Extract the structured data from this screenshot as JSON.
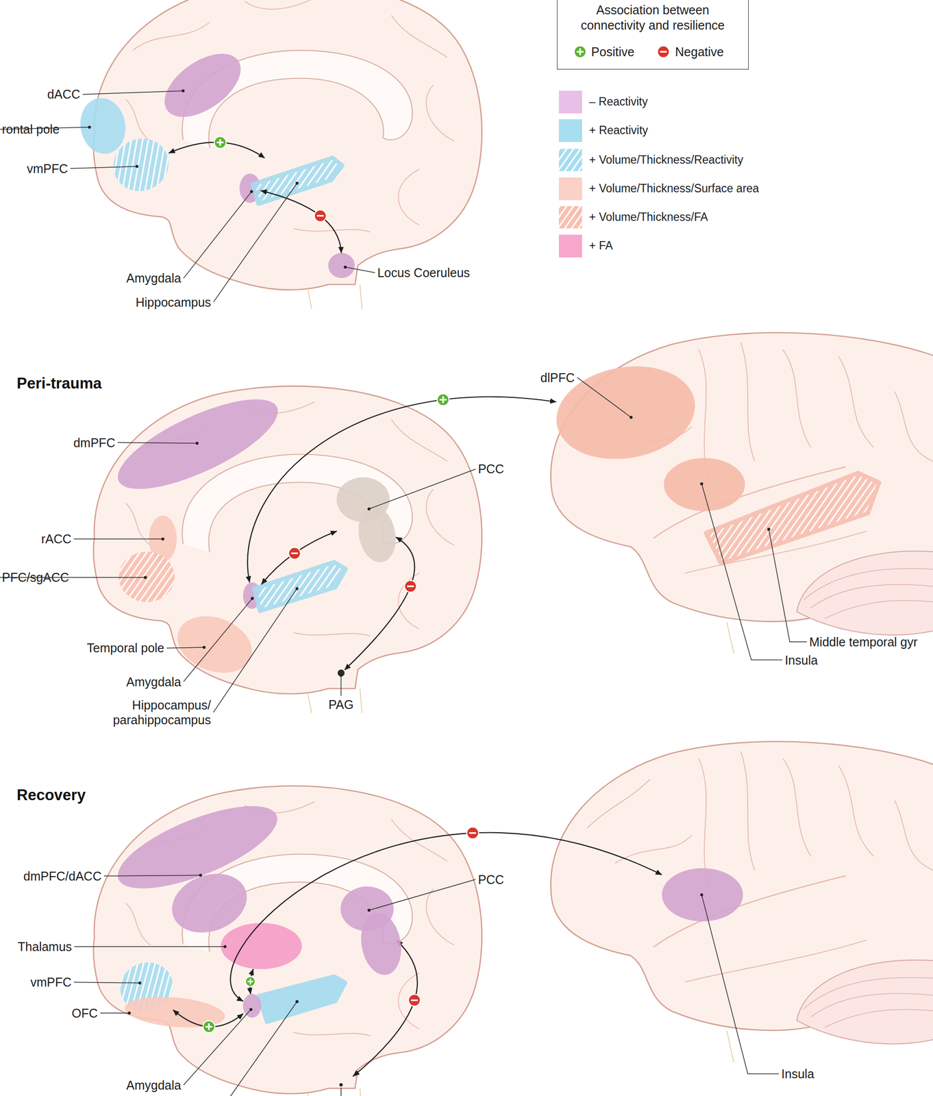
{
  "diagram": {
    "nodes": [
      {
        "text": [
          "dACC"
        ]
      },
      {
        "text": [
          "rontal pole"
        ]
      },
      {
        "text": [
          "vmPFC"
        ]
      },
      {
        "text": [
          "Amygdala"
        ]
      },
      {
        "text": [
          "Hippocampus"
        ]
      },
      {
        "text": [
          "Locus Coeruleus"
        ]
      },
      {
        "text": [
          "dmPFC"
        ]
      },
      {
        "text": [
          "rACC"
        ]
      },
      {
        "text": [
          "PFC/sgACC"
        ]
      },
      {
        "text": [
          "Temporal pole"
        ]
      },
      {
        "text": [
          "Amygdala"
        ]
      },
      {
        "text": [
          "Hippocampus/ parahippocampus"
        ]
      },
      {
        "text": [
          "PAG"
        ]
      },
      {
        "text": [
          "PCC"
        ]
      },
      {
        "text": [
          "dlPFC"
        ]
      },
      {
        "text": [
          "Insula"
        ]
      },
      {
        "text": [
          "Middle temporal gyr"
        ]
      },
      {
        "text": [
          "dmPFC/dACC"
        ]
      },
      {
        "text": [
          "Thalamus"
        ]
      },
      {
        "text": [
          "vmPFC"
        ]
      },
      {
        "text": [
          "OFC"
        ]
      },
      {
        "text": [
          "Amygdala"
        ]
      },
      {
        "text": [
          "PCC"
        ]
      },
      {
        "text": [
          "Insula"
        ]
      }
    ],
    "edges": [
      {
        "from": 2,
        "to": 4,
        "arrow": "both"
      },
      {
        "from": 3,
        "to": 5,
        "arrow": "both"
      },
      {
        "from": 10,
        "to": 14,
        "arrow": "both"
      },
      {
        "from": 10,
        "to": 13,
        "arrow": "both"
      },
      {
        "from": 13,
        "to": 12,
        "arrow": "both"
      },
      {
        "from": 21,
        "to": 18,
        "arrow": "both"
      },
      {
        "from": 19,
        "to": 21,
        "arrow": "both"
      },
      {
        "from": 21,
        "to": 23,
        "arrow": "both"
      }
    ],
    "labels": [
      "Peri-trauma",
      "Recovery",
      "Association between connectivity and resilience"
    ],
    "legend": [
      {
        "text": "Positive"
      },
      {
        "text": "Negative"
      },
      {
        "text": "– Reactivity",
        "color": "#e8bfe6"
      },
      {
        "text": "+ Reactivity",
        "color": "#a8def0"
      },
      {
        "text": "+ Volume/Thickness/Reactivity"
      },
      {
        "text": "+ Volume/Thickness/Surface area",
        "color": "#fbd0c6"
      },
      {
        "text": "+ Volume/Thickness/FA"
      },
      {
        "text": "+ FA",
        "color": "#f7a6cc"
      }
    ]
  }
}
